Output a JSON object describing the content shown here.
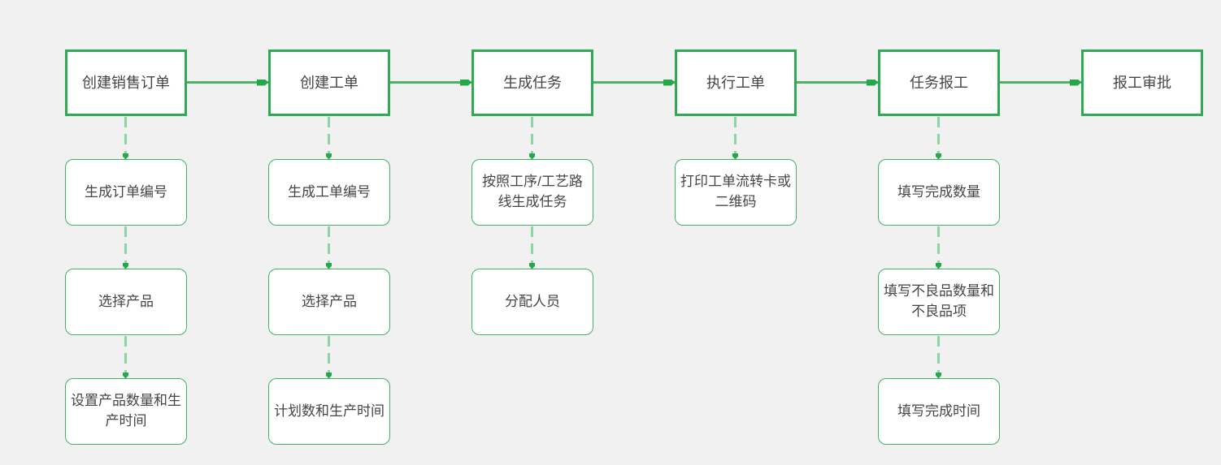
{
  "colors": {
    "background": "#f1f1f2",
    "box_fill": "#ffffff",
    "main_border": "#2fa953",
    "sub_border": "#41b364",
    "line": "#4cb469",
    "arrow": "#26a74b",
    "dash": "#8ed3a4",
    "text": "#454545"
  },
  "flow": {
    "columns": [
      {
        "main": "创建销售订单",
        "steps": [
          "生成订单编号",
          "选择产品",
          "设置产品数量和生\n产时间"
        ]
      },
      {
        "main": "创建工单",
        "steps": [
          "生成工单编号",
          "选择产品",
          "计划数和生产时间"
        ]
      },
      {
        "main": "生成任务",
        "steps": [
          "按照工序/工艺路\n线生成任务",
          "分配人员"
        ]
      },
      {
        "main": "执行工单",
        "steps": [
          "打印工单流转卡或\n二维码"
        ]
      },
      {
        "main": "任务报工",
        "steps": [
          "填写完成数量",
          "填写不良品数量和\n不良品项",
          "填写完成时间"
        ]
      },
      {
        "main": "报工审批",
        "steps": []
      }
    ]
  }
}
